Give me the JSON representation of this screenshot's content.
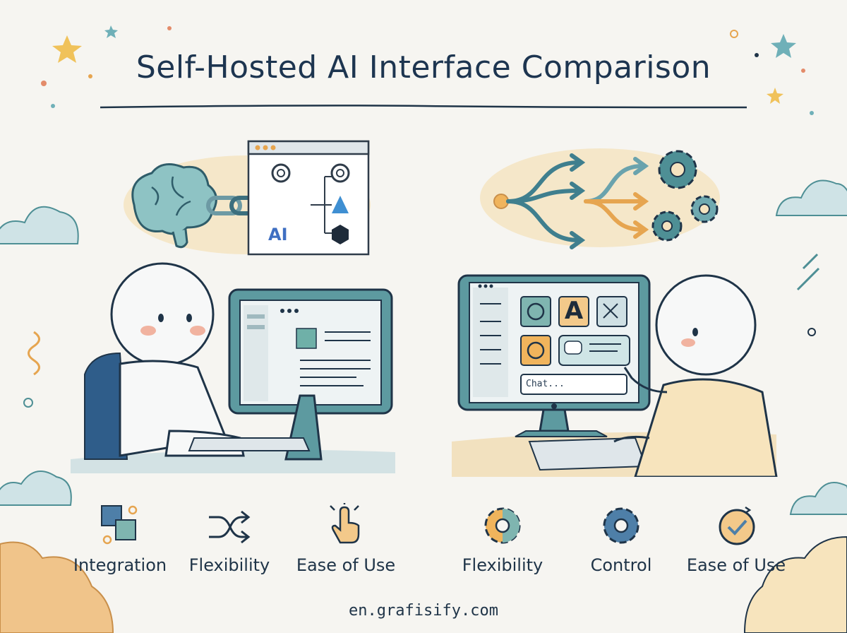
{
  "title": "Self-Hosted AI Interface Comparison",
  "left_panel": {
    "diagram_label": "AI",
    "features": [
      {
        "label": "Integration",
        "icon": "puzzle-icon"
      },
      {
        "label": "Flexibility",
        "icon": "shuffle-icon"
      },
      {
        "label": "Ease of Use",
        "icon": "pointer-hand-icon"
      }
    ]
  },
  "right_panel": {
    "tile_letter": "A",
    "chat_placeholder": "Chat...",
    "features": [
      {
        "label": "Flexibility",
        "icon": "gear-half-icon"
      },
      {
        "label": "Control",
        "icon": "gear-icon"
      },
      {
        "label": "Ease of Use",
        "icon": "check-circle-icon"
      }
    ]
  },
  "footer": "en.grafisify.com",
  "colors": {
    "ink": "#1f3448",
    "teal": "#4e8f95",
    "teal_light": "#a9cfd0",
    "blue": "#3f6fc2",
    "orange": "#e6a550",
    "cream": "#f5e3bf",
    "background": "#f6f5f1"
  }
}
